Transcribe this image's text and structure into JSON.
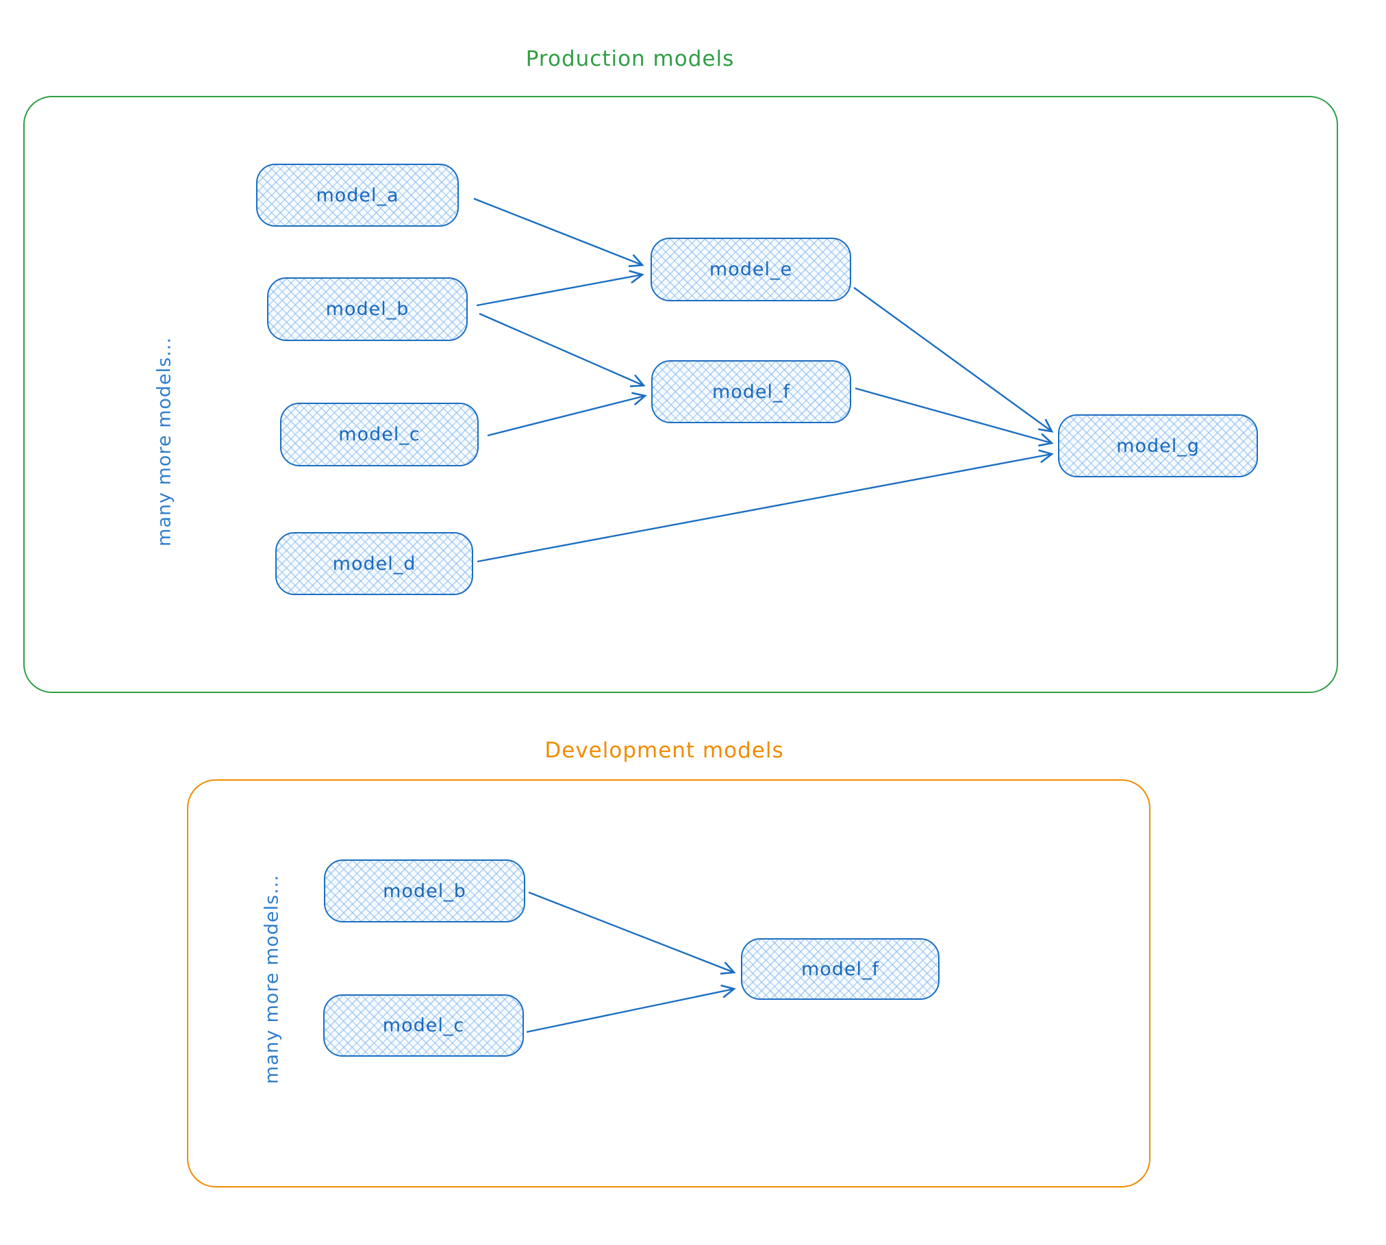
{
  "production": {
    "title": "Production models",
    "accent_color": "#2f9e44",
    "side_label": "many more models...",
    "nodes": {
      "a": "model_a",
      "b": "model_b",
      "c": "model_c",
      "d": "model_d",
      "e": "model_e",
      "f": "model_f",
      "g": "model_g"
    },
    "edges": [
      {
        "from": "model_a",
        "to": "model_e"
      },
      {
        "from": "model_b",
        "to": "model_e"
      },
      {
        "from": "model_b",
        "to": "model_f"
      },
      {
        "from": "model_c",
        "to": "model_f"
      },
      {
        "from": "model_e",
        "to": "model_g"
      },
      {
        "from": "model_f",
        "to": "model_g"
      },
      {
        "from": "model_d",
        "to": "model_g"
      }
    ]
  },
  "development": {
    "title": "Development models",
    "accent_color": "#f08c00",
    "side_label": "many more models...",
    "nodes": {
      "b": "model_b",
      "c": "model_c",
      "f": "model_f"
    },
    "edges": [
      {
        "from": "model_b",
        "to": "model_f"
      },
      {
        "from": "model_c",
        "to": "model_f"
      }
    ]
  },
  "node_style": {
    "stroke_color": "#1b6ec2",
    "fill_color": "#eaf4ff",
    "text_color": "#1a69bd"
  }
}
